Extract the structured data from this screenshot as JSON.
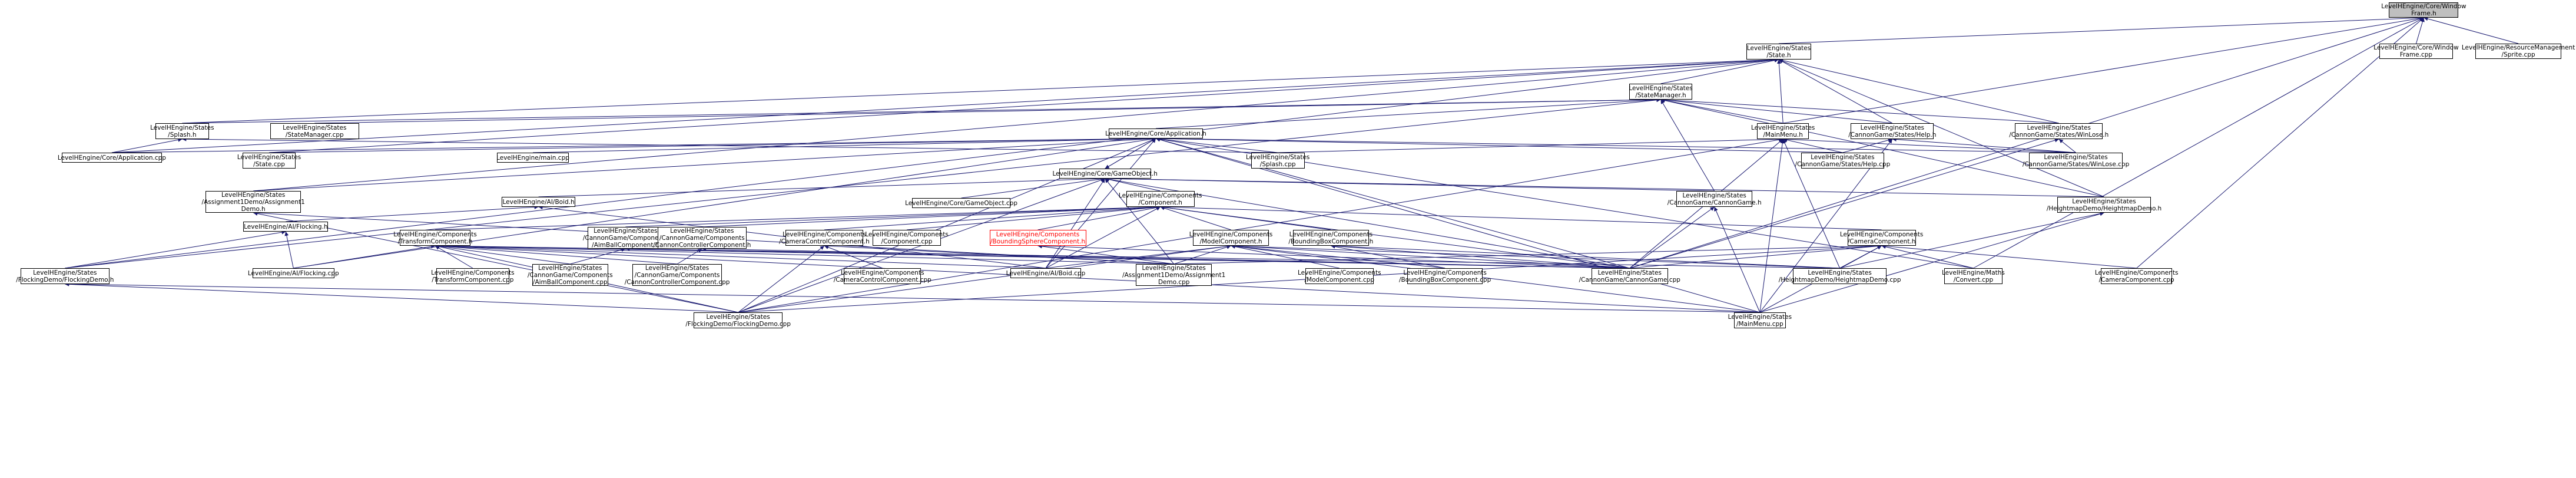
{
  "nodes": [
    {
      "id": "root",
      "label": "LevelHEngine/Core/Window\nFrame.h",
      "style": "root"
    },
    {
      "id": "state_h",
      "label": "LevelHEngine/States\n/State.h"
    },
    {
      "id": "frame_cpp",
      "label": "LevelHEngine/Core/Window\nFrame.cpp"
    },
    {
      "id": "sprite_cpp",
      "label": "LevelHEngine/ResourceManagement\n/Sprite.cpp"
    },
    {
      "id": "statemanager_h",
      "label": "LevelHEngine/States\n/StateManager.h"
    },
    {
      "id": "splash_h",
      "label": "LevelHEngine/States\n/Splash.h"
    },
    {
      "id": "statemanager_cpp",
      "label": "LevelHEngine/States\n/StateManager.cpp"
    },
    {
      "id": "mainmenu_h",
      "label": "LevelHEngine/States\n/MainMenu.h"
    },
    {
      "id": "help_h",
      "label": "LevelHEngine/States\n/CannonGame/States/Help.h"
    },
    {
      "id": "winlose_h",
      "label": "LevelHEngine/States\n/CannonGame/States/WinLose.h"
    },
    {
      "id": "application_h",
      "label": "LevelHEngine/Core/Application.h"
    },
    {
      "id": "application_cpp",
      "label": "LevelHEngine/Core/Application.cpp"
    },
    {
      "id": "state_cpp",
      "label": "LevelHEngine/States\n/State.cpp"
    },
    {
      "id": "main_cpp",
      "label": "LevelHEngine/main.cpp"
    },
    {
      "id": "splash_cpp",
      "label": "LevelHEngine/States\n/Splash.cpp"
    },
    {
      "id": "help_cpp",
      "label": "LevelHEngine/States\n/CannonGame/States/Help.cpp"
    },
    {
      "id": "winlose_cpp",
      "label": "LevelHEngine/States\n/CannonGame/States/WinLose.cpp"
    },
    {
      "id": "gameobject_h",
      "label": "LevelHEngine/Core/GameObject.h"
    },
    {
      "id": "assignment1_h",
      "label": "LevelHEngine/States\n/Assignment1Demo/Assignment1\nDemo.h"
    },
    {
      "id": "aiboid_h",
      "label": "LevelHEngine/AI/Boid.h"
    },
    {
      "id": "gameobject_cpp",
      "label": "LevelHEngine/Core/GameObject.cpp"
    },
    {
      "id": "component_h",
      "label": "LevelHEngine/Components\n/Component.h"
    },
    {
      "id": "cannongame_h",
      "label": "LevelHEngine/States\n/CannonGame/CannonGame.h"
    },
    {
      "id": "heightmap_h",
      "label": "LevelHEngine/States\n/HeightmapDemo/HeightmapDemo.h"
    },
    {
      "id": "aiflocking_h",
      "label": "LevelHEngine/AI/Flocking.h"
    },
    {
      "id": "transform_h",
      "label": "LevelHEngine/Components\n/TransformComponent.h"
    },
    {
      "id": "aimball_h",
      "label": "LevelHEngine/States\n/CannonGame/Components\n/AimBallComponent.h"
    },
    {
      "id": "cannonctrl_h",
      "label": "LevelHEngine/States\n/CannonGame/Components\n/CannonControllerComponent.h"
    },
    {
      "id": "cameractrl_h",
      "label": "LevelHEngine/Components\n/CameraControlComponent.h"
    },
    {
      "id": "component_cpp",
      "label": "LevelHEngine/Components\n/Component.cpp"
    },
    {
      "id": "bsphere_h",
      "label": "LevelHEngine/Components\n/BoundingSphereComponent.h",
      "style": "red"
    },
    {
      "id": "model_h",
      "label": "LevelHEngine/Components\n/ModelComponent.h"
    },
    {
      "id": "bbox_h",
      "label": "LevelHEngine/Components\n/BoundingBoxComponent.h"
    },
    {
      "id": "camera_h",
      "label": "LevelHEngine/Components\n/CameraComponent.h"
    },
    {
      "id": "flocking_h",
      "label": "LevelHEngine/States\n/FlockingDemo/FlockingDemo.h"
    },
    {
      "id": "aiflocking_cpp",
      "label": "LevelHEngine/AI/Flocking.cpp"
    },
    {
      "id": "transform_cpp",
      "label": "LevelHEngine/Components\n/TransformComponent.cpp"
    },
    {
      "id": "aimball_cpp",
      "label": "LevelHEngine/States\n/CannonGame/Components\n/AimBallComponent.cpp"
    },
    {
      "id": "cannonctrl_cpp",
      "label": "LevelHEngine/States\n/CannonGame/Components\n/CannonControllerComponent.cpp"
    },
    {
      "id": "cameractrl_cpp",
      "label": "LevelHEngine/Components\n/CameraControlComponent.cpp"
    },
    {
      "id": "aiboid_cpp",
      "label": "LevelHEngine/AI/Boid.cpp"
    },
    {
      "id": "assignment1_cpp",
      "label": "LevelHEngine/States\n/Assignment1Demo/Assignment1\nDemo.cpp"
    },
    {
      "id": "model_cpp",
      "label": "LevelHEngine/Components\n/ModelComponent.cpp"
    },
    {
      "id": "bbox_cpp",
      "label": "LevelHEngine/Components\n/BoundingBoxComponent.cpp"
    },
    {
      "id": "cannongame_cpp",
      "label": "LevelHEngine/States\n/CannonGame/CannonGame.cpp"
    },
    {
      "id": "heightmap_cpp",
      "label": "LevelHEngine/States\n/HeightmapDemo/HeightmapDemo.cpp"
    },
    {
      "id": "convert_cpp",
      "label": "LevelHEngine/Maths\n/Convert.cpp"
    },
    {
      "id": "camera_cpp",
      "label": "LevelHEngine/Components\n/CameraComponent.cpp"
    },
    {
      "id": "flocking_cpp",
      "label": "LevelHEngine/States\n/FlockingDemo/FlockingDemo.cpp"
    },
    {
      "id": "mainmenu_cpp",
      "label": "LevelHEngine/States\n/MainMenu.cpp"
    }
  ],
  "edges": [
    [
      "root",
      "state_h"
    ],
    [
      "root",
      "frame_cpp"
    ],
    [
      "root",
      "sprite_cpp"
    ],
    [
      "root",
      "mainmenu_h"
    ],
    [
      "root",
      "camera_cpp"
    ],
    [
      "root",
      "convert_cpp"
    ],
    [
      "root",
      "cannongame_cpp"
    ],
    [
      "state_h",
      "statemanager_h"
    ],
    [
      "state_h",
      "splash_h"
    ],
    [
      "state_h",
      "mainmenu_h"
    ],
    [
      "state_h",
      "help_h"
    ],
    [
      "state_h",
      "winlose_h"
    ],
    [
      "state_h",
      "application_cpp"
    ],
    [
      "state_h",
      "state_cpp"
    ],
    [
      "state_h",
      "assignment1_h"
    ],
    [
      "state_h",
      "heightmap_h"
    ],
    [
      "state_h",
      "flocking_h"
    ],
    [
      "statemanager_h",
      "statemanager_cpp"
    ],
    [
      "statemanager_h",
      "application_h"
    ],
    [
      "statemanager_h",
      "splash_h"
    ],
    [
      "statemanager_h",
      "mainmenu_h"
    ],
    [
      "statemanager_h",
      "help_h"
    ],
    [
      "statemanager_h",
      "winlose_h"
    ],
    [
      "statemanager_h",
      "cannongame_h"
    ],
    [
      "statemanager_h",
      "heightmap_h"
    ],
    [
      "statemanager_h",
      "flocking_h"
    ],
    [
      "splash_h",
      "application_cpp"
    ],
    [
      "splash_h",
      "splash_cpp"
    ],
    [
      "mainmenu_h",
      "splash_cpp"
    ],
    [
      "mainmenu_h",
      "help_cpp"
    ],
    [
      "mainmenu_h",
      "winlose_cpp"
    ],
    [
      "mainmenu_h",
      "mainmenu_cpp"
    ],
    [
      "mainmenu_h",
      "cannongame_cpp"
    ],
    [
      "mainmenu_h",
      "heightmap_cpp"
    ],
    [
      "mainmenu_h",
      "flocking_cpp"
    ],
    [
      "help_h",
      "help_cpp"
    ],
    [
      "help_h",
      "mainmenu_cpp"
    ],
    [
      "help_h",
      "winlose_cpp"
    ],
    [
      "winlose_h",
      "winlose_cpp"
    ],
    [
      "winlose_h",
      "cannongame_cpp"
    ],
    [
      "application_h",
      "application_cpp"
    ],
    [
      "application_h",
      "state_cpp"
    ],
    [
      "application_h",
      "main_cpp"
    ],
    [
      "application_h",
      "splash_cpp"
    ],
    [
      "application_h",
      "help_cpp"
    ],
    [
      "application_h",
      "winlose_cpp"
    ],
    [
      "application_h",
      "gameobject_h"
    ],
    [
      "application_h",
      "assignment1_h"
    ],
    [
      "application_h",
      "aiboid_cpp"
    ],
    [
      "application_h",
      "cannongame_cpp"
    ],
    [
      "application_h",
      "flocking_cpp"
    ],
    [
      "application_h",
      "mainmenu_cpp"
    ],
    [
      "application_h",
      "aiflocking_cpp"
    ],
    [
      "application_h",
      "convert_cpp"
    ],
    [
      "gameobject_h",
      "gameobject_cpp"
    ],
    [
      "gameobject_h",
      "component_h"
    ],
    [
      "gameobject_h",
      "aiboid_h"
    ],
    [
      "gameobject_h",
      "cannongame_h"
    ],
    [
      "gameobject_h",
      "heightmap_h"
    ],
    [
      "gameobject_h",
      "flocking_cpp"
    ],
    [
      "gameobject_h",
      "assignment1_cpp"
    ],
    [
      "gameobject_h",
      "aiboid_cpp"
    ],
    [
      "gameobject_h",
      "cannongame_cpp"
    ],
    [
      "gameobject_h",
      "application_h"
    ],
    [
      "assignment1_h",
      "assignment1_cpp"
    ],
    [
      "assignment1_h",
      "flocking_cpp"
    ],
    [
      "aiboid_h",
      "aiflocking_h"
    ],
    [
      "aiboid_h",
      "aiboid_cpp"
    ],
    [
      "aiflocking_h",
      "flocking_h"
    ],
    [
      "aiflocking_h",
      "aiflocking_cpp"
    ],
    [
      "component_h",
      "component_cpp"
    ],
    [
      "component_h",
      "transform_h"
    ],
    [
      "component_h",
      "aimball_h"
    ],
    [
      "component_h",
      "cannonctrl_h"
    ],
    [
      "component_h",
      "cameractrl_h"
    ],
    [
      "component_h",
      "bsphere_h"
    ],
    [
      "component_h",
      "model_h"
    ],
    [
      "component_h",
      "bbox_h"
    ],
    [
      "component_h",
      "camera_h"
    ],
    [
      "component_h",
      "aiboid_cpp"
    ],
    [
      "component_h",
      "cannongame_cpp"
    ],
    [
      "transform_h",
      "transform_cpp"
    ],
    [
      "transform_h",
      "aiflocking_cpp"
    ],
    [
      "transform_h",
      "aimball_cpp"
    ],
    [
      "transform_h",
      "cannonctrl_cpp"
    ],
    [
      "transform_h",
      "aiboid_cpp"
    ],
    [
      "transform_h",
      "assignment1_cpp"
    ],
    [
      "transform_h",
      "flocking_cpp"
    ],
    [
      "transform_h",
      "mainmenu_cpp"
    ],
    [
      "transform_h",
      "cannongame_cpp"
    ],
    [
      "transform_h",
      "heightmap_cpp"
    ],
    [
      "aimball_h",
      "aimball_cpp"
    ],
    [
      "aimball_h",
      "cannongame_cpp"
    ],
    [
      "cannonctrl_h",
      "cannonctrl_cpp"
    ],
    [
      "cannonctrl_h",
      "cannongame_cpp"
    ],
    [
      "cameractrl_h",
      "cameractrl_cpp"
    ],
    [
      "cameractrl_h",
      "assignment1_cpp"
    ],
    [
      "cameractrl_h",
      "flocking_cpp"
    ],
    [
      "bsphere_h",
      "assignment1_cpp"
    ],
    [
      "bsphere_h",
      "cannongame_cpp"
    ],
    [
      "model_h",
      "model_cpp"
    ],
    [
      "model_h",
      "bbox_cpp"
    ],
    [
      "model_h",
      "assignment1_cpp"
    ],
    [
      "model_h",
      "cannongame_cpp"
    ],
    [
      "model_h",
      "heightmap_cpp"
    ],
    [
      "model_h",
      "flocking_cpp"
    ],
    [
      "model_h",
      "mainmenu_cpp"
    ],
    [
      "model_h",
      "aiboid_cpp"
    ],
    [
      "bbox_h",
      "bbox_cpp"
    ],
    [
      "bbox_h",
      "cannongame_cpp"
    ],
    [
      "bbox_h",
      "heightmap_cpp"
    ],
    [
      "camera_h",
      "camera_cpp"
    ],
    [
      "camera_h",
      "convert_cpp"
    ],
    [
      "camera_h",
      "heightmap_cpp"
    ],
    [
      "camera_h",
      "cannongame_cpp"
    ],
    [
      "camera_h",
      "mainmenu_cpp"
    ],
    [
      "camera_h",
      "flocking_cpp"
    ],
    [
      "camera_h",
      "assignment1_cpp"
    ],
    [
      "cannongame_h",
      "cannongame_cpp"
    ],
    [
      "cannongame_h",
      "mainmenu_cpp"
    ],
    [
      "heightmap_h",
      "heightmap_cpp"
    ],
    [
      "heightmap_h",
      "mainmenu_cpp"
    ],
    [
      "flocking_h",
      "flocking_cpp"
    ],
    [
      "flocking_h",
      "mainmenu_cpp"
    ]
  ],
  "colors": {
    "edge": "#191970",
    "root_fill": "#bfbfbf",
    "highlight": "#ff0000"
  }
}
